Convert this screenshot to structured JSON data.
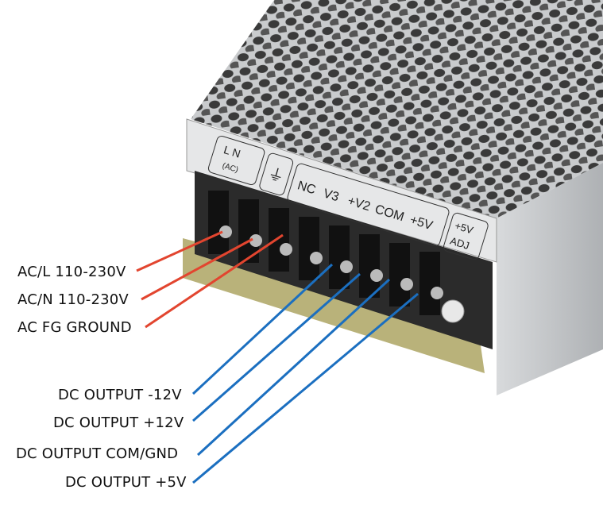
{
  "device": {
    "terminal_labels": {
      "ac_group_top": "L  N",
      "ac_group_bottom": "(AC)",
      "ground_symbol": "⏚",
      "outputs": [
        "NC",
        "V3",
        "+V2",
        "COM",
        "+5V"
      ],
      "adj_top": "+5V",
      "adj_bottom": "ADJ"
    }
  },
  "callouts": {
    "ac_inputs": [
      {
        "label": "AC/L 110-230V"
      },
      {
        "label": "AC/N 110-230V"
      },
      {
        "label": "AC FG GROUND"
      }
    ],
    "dc_outputs": [
      {
        "label": "DC OUTPUT -12V"
      },
      {
        "label": "DC OUTPUT +12V"
      },
      {
        "label": "DC OUTPUT COM/GND"
      },
      {
        "label": "DC OUTPUT +5V"
      }
    ]
  },
  "colors": {
    "ac_line": "#e2452f",
    "dc_line": "#1b6fc0"
  }
}
